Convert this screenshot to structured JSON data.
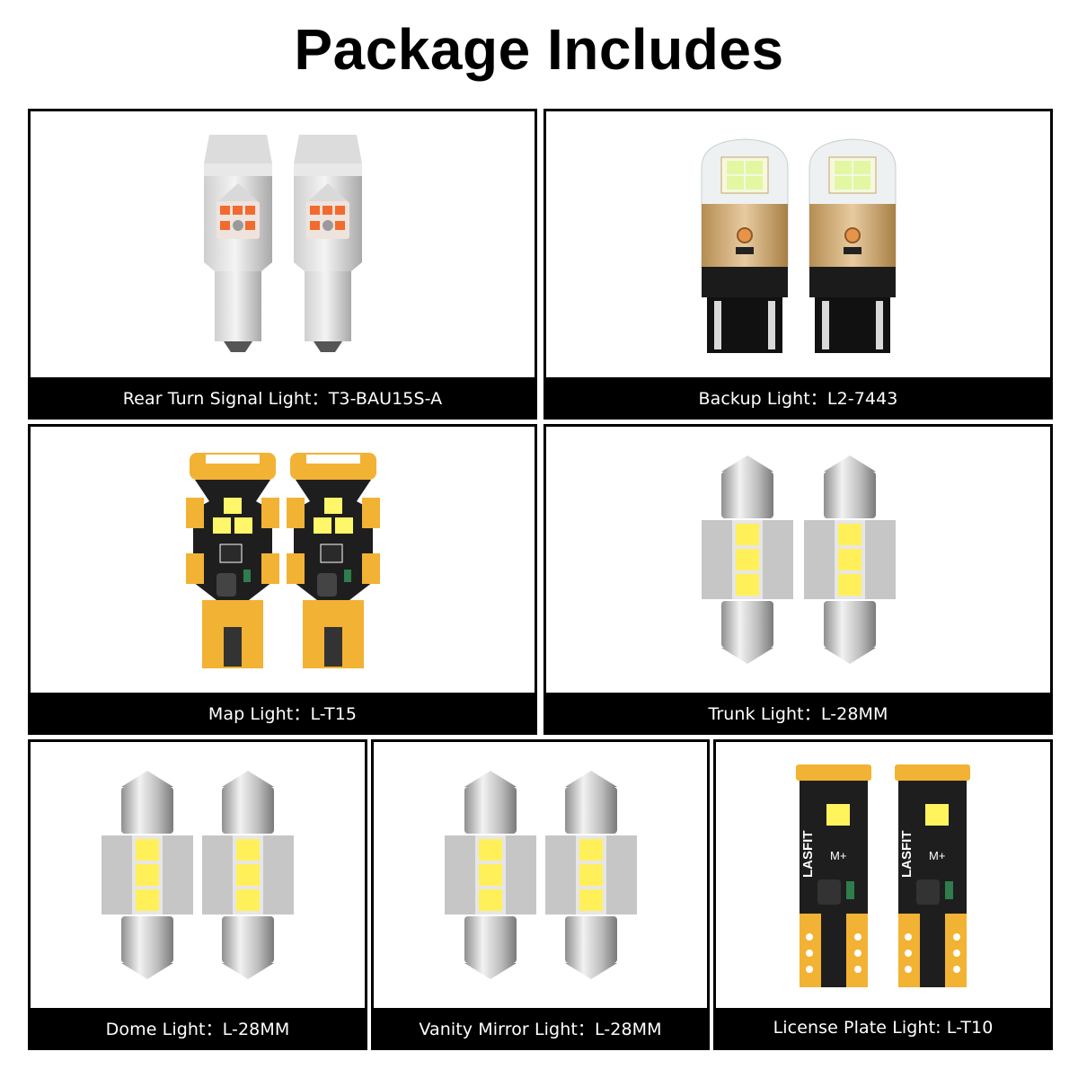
{
  "title": "Package Includes",
  "items": [
    {
      "label": "Rear Turn Signal Light：T3-BAU15S-A",
      "type": "bau15s-amber-bulb",
      "quantity": 2,
      "led_color": "#f26a2e"
    },
    {
      "label": "Backup Light：L2-7443",
      "type": "7443-wedge-bulb",
      "quantity": 2,
      "led_color": "#eef9b0"
    },
    {
      "label": "Map Light：L-T15",
      "type": "t15-pcb-bulb",
      "quantity": 2,
      "led_color": "#fff66a"
    },
    {
      "label": "Trunk Light：L-28MM",
      "type": "festoon-28mm-bulb",
      "quantity": 2,
      "led_color": "#fff05a"
    },
    {
      "label": "Dome Light：L-28MM",
      "type": "festoon-28mm-bulb",
      "quantity": 2,
      "led_color": "#fff05a"
    },
    {
      "label": "Vanity Mirror Light：L-28MM",
      "type": "festoon-28mm-bulb",
      "quantity": 2,
      "led_color": "#fff05a"
    },
    {
      "label": "License Plate Light: L-T10",
      "type": "t10-pcb-bulb",
      "quantity": 2,
      "led_color": "#fff45c",
      "brand_mark": "LASFIT"
    }
  ],
  "colors": {
    "caption_bg": "#000000",
    "caption_text": "#ffffff",
    "border": "#000000",
    "pcb_gold": "#f2b233",
    "pcb_black": "#1e1e1e"
  }
}
